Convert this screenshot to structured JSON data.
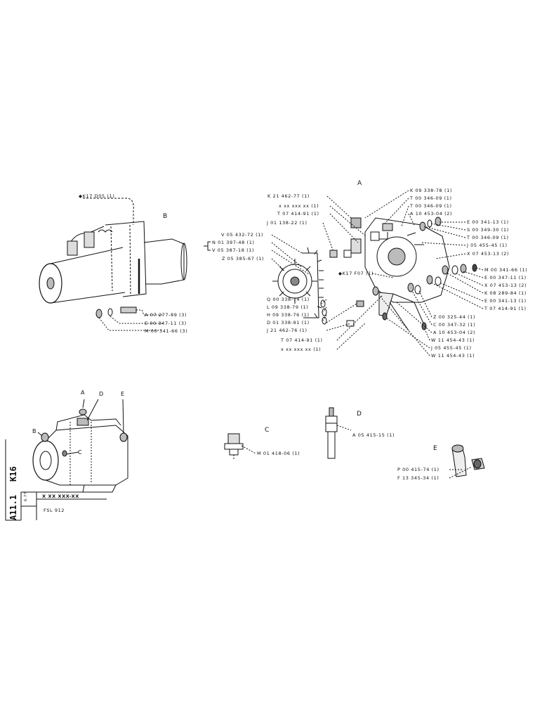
{
  "sections": {
    "a": "A",
    "b": "B",
    "c": "C",
    "d": "D",
    "e": "E"
  },
  "assembly_b": {
    "top_label": "K17 D05 (1)",
    "parts": [
      "A 07 277-89 (3)",
      "E 00 347-11 (3)",
      "M 00 341-66 (3)"
    ]
  },
  "assembly_a": {
    "top_left": [
      "K 21 462-77 (1)",
      "x xx xxx xx (1)",
      "T 07 414-91 (1)",
      "J 01 138-22 (1)"
    ],
    "left": [
      "V 05 432-72 (1)",
      "N 01 397-48 (1)",
      "V 05 387-18 (1)",
      "Z 05 385-67 (1)"
    ],
    "bottom_left": [
      "Q 00 338-74 (1)",
      "L 09 338-79 (1)",
      "H 09 338-76 (1)",
      "D 01 338-91 (1)",
      "J 21 462-76 (1)",
      "T 07 414-91 (1)",
      "x xx xxx xx (1)"
    ],
    "center": "K17 F07 (1)",
    "top_right": [
      "K 09 338-78 (1)",
      "T 00 346-09 (1)",
      "T 00 346-09 (1)",
      "A 10 453-04 (2)"
    ],
    "right": [
      "E 00 341-13 (1)",
      "S 00 349-30 (1)",
      "T 00 346-09 (1)",
      "J 05 455-45 (1)",
      "X 07 453-13 (2)"
    ],
    "far_right": [
      "M 00 341-66 (1)",
      "E 00 347-11 (1)",
      "X 07 453-13 (2)",
      "K 08 289-84 (1)",
      "E 00 341-13 (1)",
      "T 07 414-91 (1)"
    ],
    "bottom_right": [
      "Z 00 325-44 (1)",
      "C 00 347-32 (1)",
      "A 10 453-04 (2)",
      "W 11 454-43 (1)",
      "J 05 455-45 (1)",
      "W 11 454-43 (1)"
    ]
  },
  "assembly_c": {
    "part": "M 01 418-06 (1)"
  },
  "assembly_d": {
    "part": "A 05 415-15 (1)"
  },
  "assembly_e": {
    "parts": [
      "P 00 415-74 (1)",
      "F 13 345-34 (1)"
    ]
  },
  "overview": {
    "callouts": [
      "A",
      "D",
      "E",
      "B",
      "C"
    ]
  },
  "title_block": {
    "code": "X XX XXX-XX",
    "model": "FSL 912",
    "date": "6.77",
    "side_top": "K16",
    "side_bottom": "A11.1"
  }
}
